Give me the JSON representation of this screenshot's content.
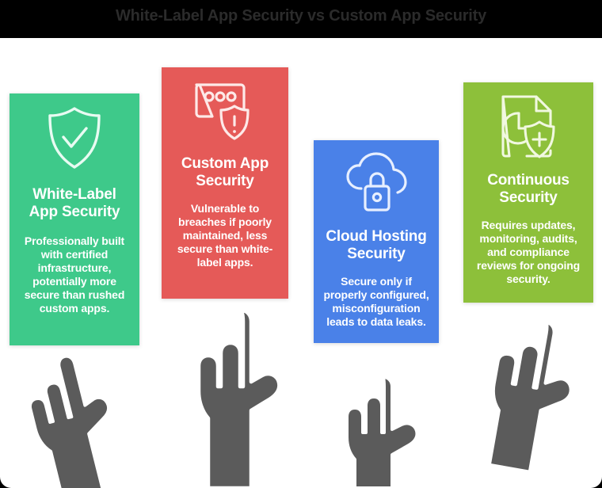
{
  "title": "White-Label App Security vs Custom App Security",
  "colors": {
    "background": "#000000",
    "canvas": "#ffffff",
    "title_text": "#2b2b2b",
    "card_green": "#3ec98a",
    "card_red": "#e55a58",
    "card_blue": "#4a81e8",
    "card_lime": "#8dc03a",
    "hand_fill": "#5b5b5b",
    "hand_outline": "#ffffff"
  },
  "cards": [
    {
      "id": "white-label-app-security",
      "icon": "shield-check-icon",
      "title": "White-Label\nApp Security",
      "title_lines": [
        "White-Label",
        "App Security"
      ],
      "body": "Professionally built with certified infrastructure, potentially more secure than rushed custom apps.",
      "color": "#3ec98a"
    },
    {
      "id": "custom-app-security",
      "icon": "browser-shield-alert-icon",
      "title": "Custom App\nSecurity",
      "title_lines": [
        "Custom App",
        "Security"
      ],
      "body": "Vulnerable to breaches if poorly maintained, less secure than white-label apps.",
      "color": "#e55a58"
    },
    {
      "id": "cloud-hosting-security",
      "icon": "cloud-lock-icon",
      "title": "Cloud Hosting\nSecurity",
      "title_lines": [
        "Cloud Hosting",
        "Security"
      ],
      "body": "Secure only if properly configured, misconfiguration leads to data leaks.",
      "color": "#4a81e8"
    },
    {
      "id": "continuous-security",
      "icon": "document-clock-shield-plus-icon",
      "title": "Continuous\nSecurity",
      "title_lines": [
        "Continuous",
        "Security"
      ],
      "body": "Requires updates, monitoring, audits, and compliance reviews for ongoing security.",
      "color": "#8dc03a"
    }
  ],
  "hands": [
    {
      "id": "hand-pointer-1",
      "points_to": "white-label-app-security"
    },
    {
      "id": "hand-pointer-2",
      "points_to": "custom-app-security"
    },
    {
      "id": "hand-pointer-3",
      "points_to": "cloud-hosting-security"
    },
    {
      "id": "hand-pointer-4",
      "points_to": "continuous-security"
    }
  ]
}
